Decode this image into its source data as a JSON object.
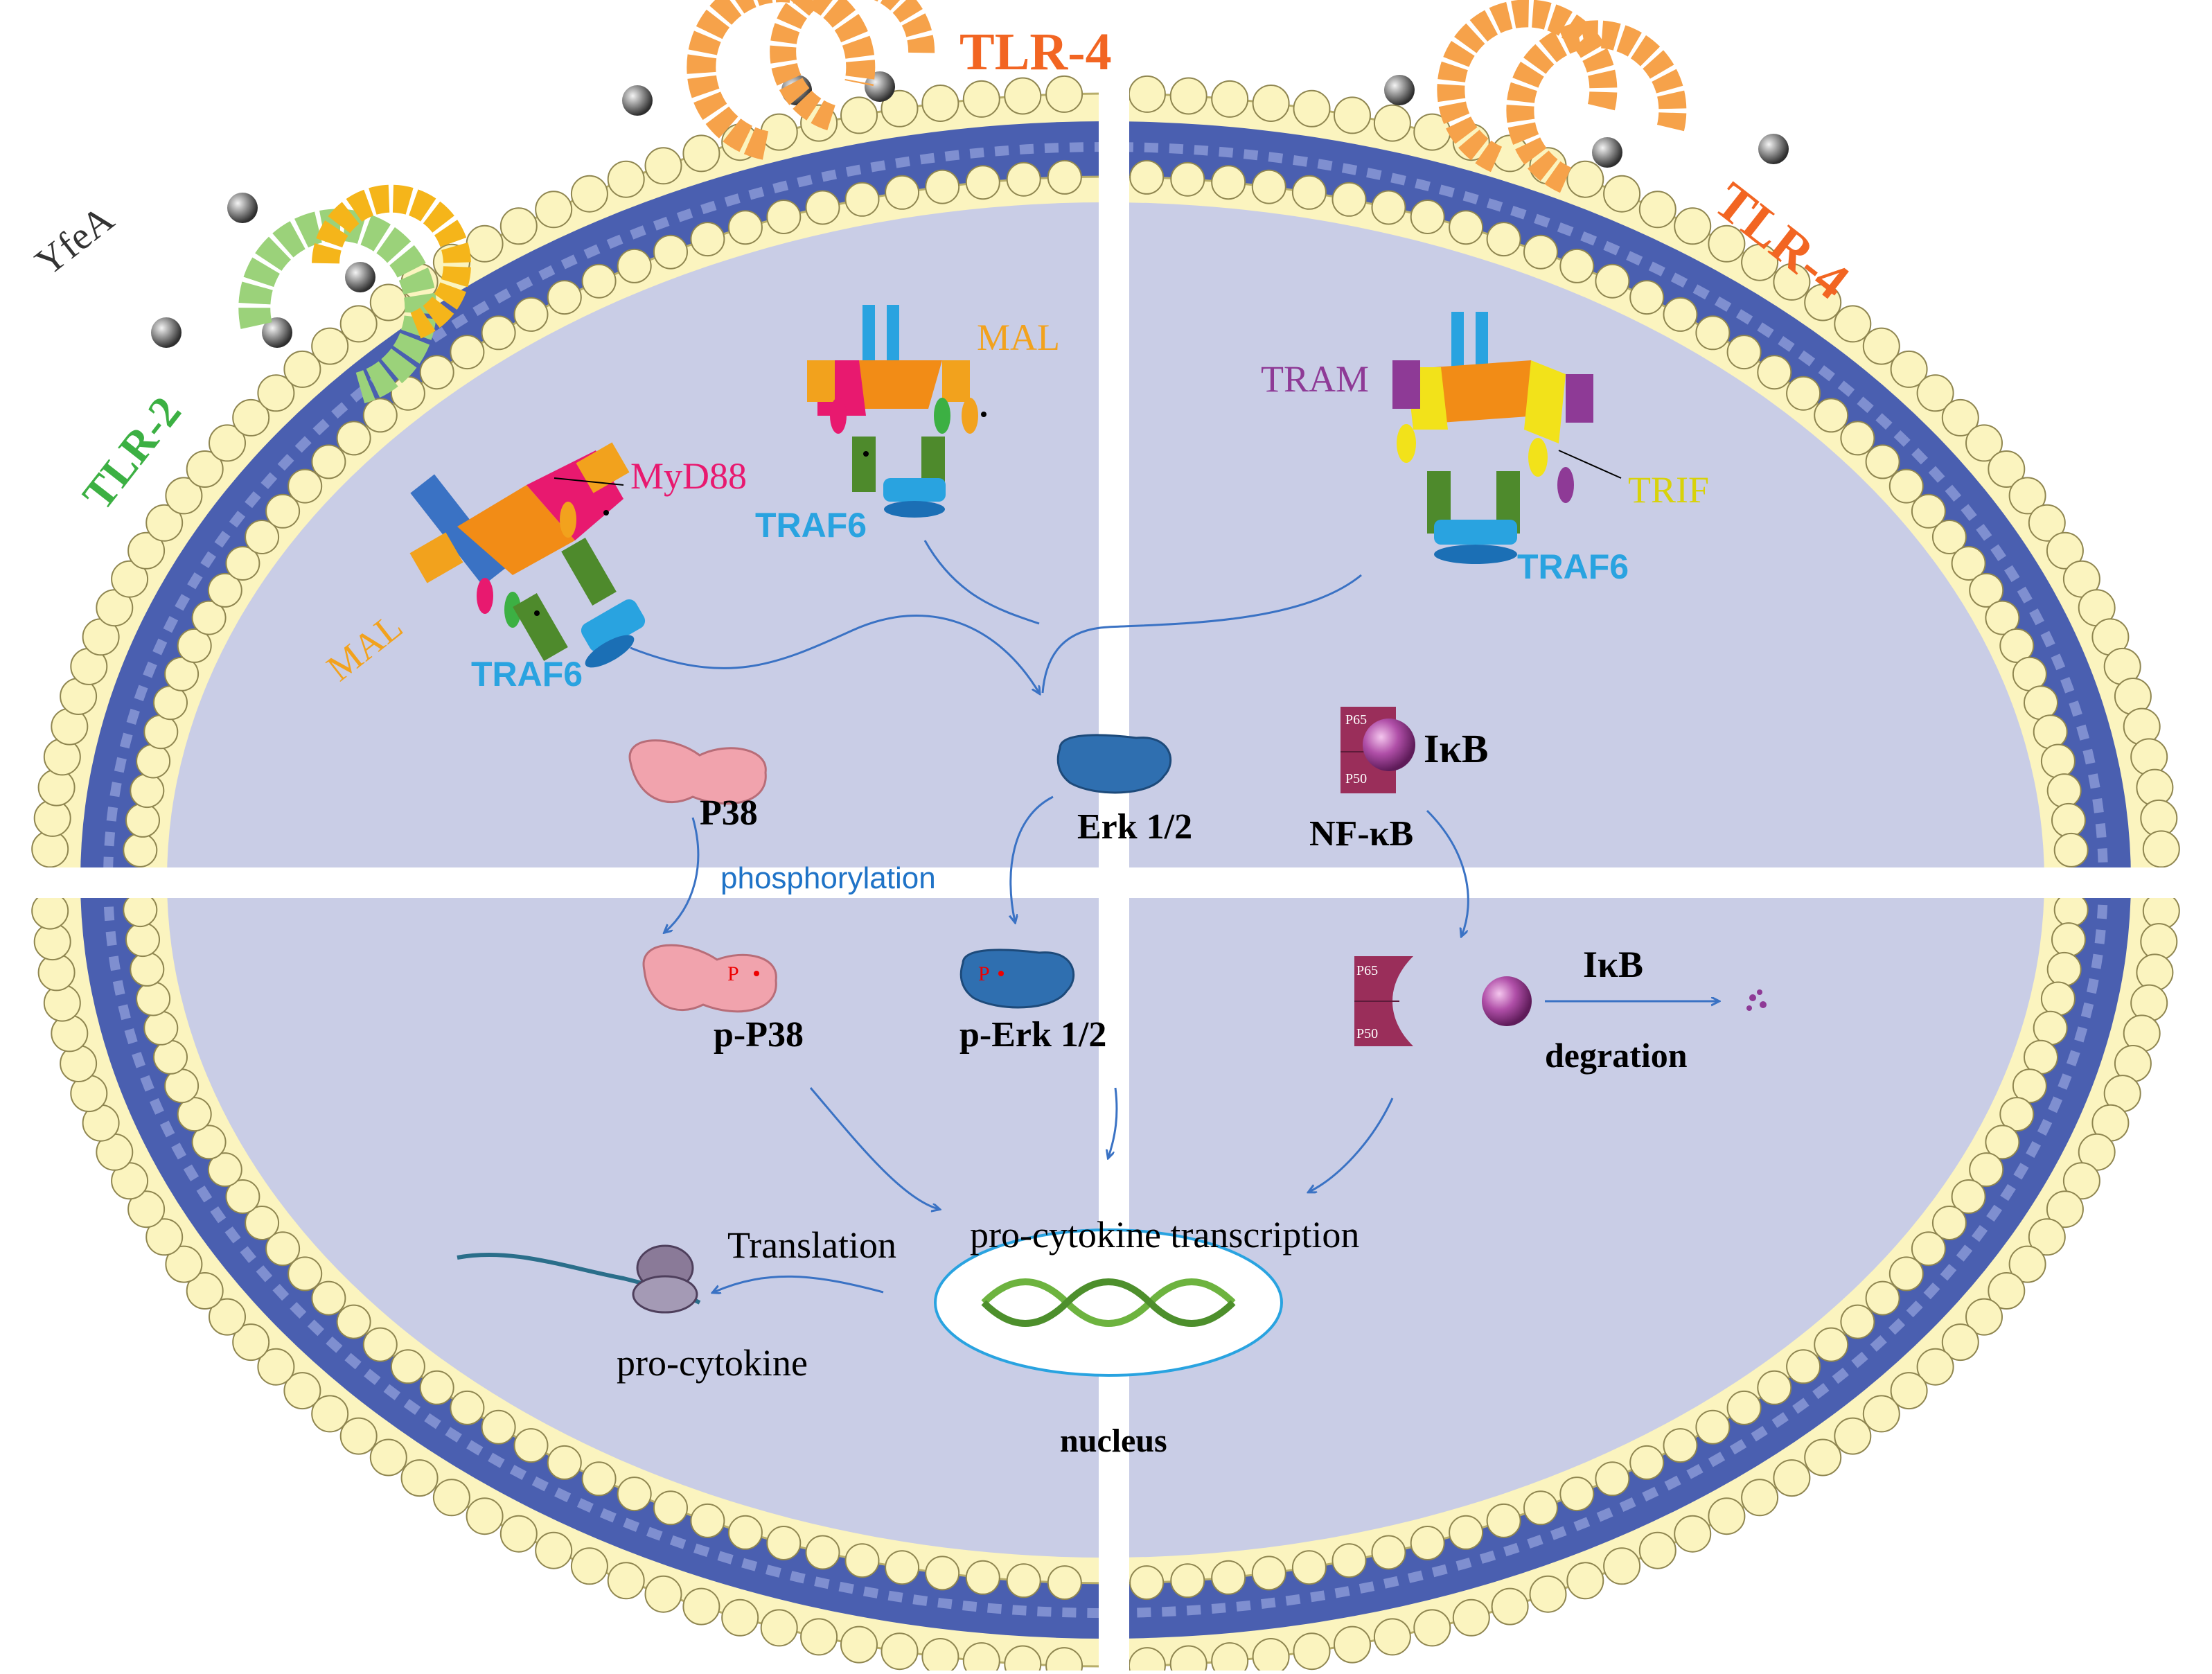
{
  "labels": {
    "yfea": "YfeA",
    "tlr2": "TLR-2",
    "tlr4_top": "TLR-4",
    "tlr4_right": "TLR-4",
    "myd88": "MyD88",
    "mal_left": "MAL",
    "mal_center": "MAL",
    "traf6_left": "TRAF6",
    "traf6_center": "TRAF6",
    "traf6_right": "TRAF6",
    "tram": "TRAM",
    "trif": "TRIF",
    "p38": "P38",
    "erk": "Erk 1/2",
    "ikb_top": "IκB",
    "nfkb": "NF-κB",
    "phosphorylation": "phosphorylation",
    "pp38": "p-P38",
    "perk": "p-Erk 1/2",
    "ikb_bottom": "IκB",
    "degration": "degration",
    "p65_top": "P65",
    "p50_top": "P50",
    "p65_bottom": "P65",
    "p50_bottom": "P50",
    "p_mark_1": "P",
    "p_mark_2": "P",
    "transcription": "pro-cytokine transcription",
    "translation": "Translation",
    "procytokine": "pro-cytokine",
    "nucleus": "nucleus"
  },
  "colors": {
    "cytoplasm": "#c9cde6",
    "membrane_band": "#4a5fb0",
    "lipid_head": "#fbf4bf",
    "tlr2_label": "#3cb043",
    "tlr4_label": "#f26522",
    "myd88": "#e8196f",
    "mal": "#f2a21d",
    "traf6": "#29a3e0",
    "tram": "#8e3a96",
    "trif": "#d8d20a",
    "arrow": "#3a72c4",
    "p38": "#f1a3ad",
    "erk": "#2f6fb0",
    "nfkb": "#9a2e5a",
    "ikb": "#a23b9a"
  }
}
